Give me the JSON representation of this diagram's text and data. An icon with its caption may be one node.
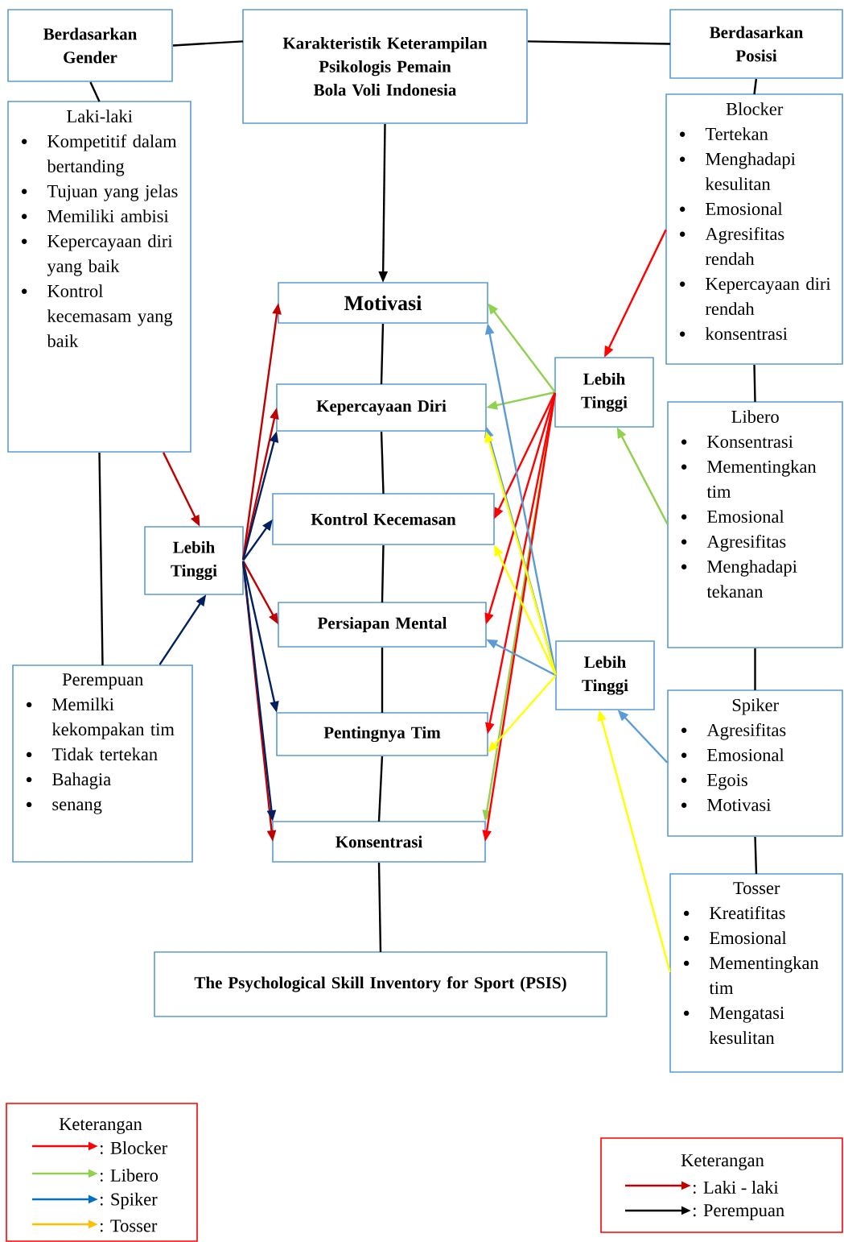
{
  "diagram": {
    "nodes": [
      {
        "text": [
          "Berdasarkan Gender"
        ]
      },
      {
        "text": [
          "Karakteristik Keterampilan Psikologis Pemain Bola Voli Indonesia"
        ]
      },
      {
        "text": [
          "Berdasarkan Posisi"
        ]
      },
      {
        "text": [
          "Laki-laki",
          "Kompetitif dalam bertanding",
          "Tujuan yang jelas",
          "Memiliki ambisi",
          "Kepercayaan diri yang baik",
          "Kontrol kecemasam yang baik"
        ]
      },
      {
        "text": [
          "Blocker",
          "Tertekan",
          "Menghadapi kesulitan",
          "Emosional",
          "Agresifitas rendah",
          "Kepercayaan diri rendah",
          "konsentrasi"
        ]
      },
      {
        "text": [
          "Motivasi"
        ]
      },
      {
        "text": [
          "Kepercayaan Diri"
        ]
      },
      {
        "text": [
          "Kontrol Kecemasan"
        ]
      },
      {
        "text": [
          "Persiapan Mental"
        ]
      },
      {
        "text": [
          "Pentingnya Tim"
        ]
      },
      {
        "text": [
          "Konsentrasi"
        ]
      },
      {
        "text": [
          "Lebih Tinggi"
        ]
      },
      {
        "text": [
          "Lebih Tinggi"
        ]
      },
      {
        "text": [
          "Libero",
          "Konsentrasi",
          "Mementingkan tim",
          "Emosional",
          "Agresifitas",
          "Menghadapi tekanan"
        ]
      },
      {
        "text": [
          "Lebih Tinggi"
        ]
      },
      {
        "text": [
          "Perempuan",
          "Memilki kekompakan tim",
          "Tidak tertekan",
          "Bahagia",
          "senang"
        ]
      },
      {
        "text": [
          "Spiker",
          "Agresifitas",
          "Emosional",
          "Egois",
          "Motivasi"
        ]
      },
      {
        "text": [
          "Tosser",
          "Kreatifitas",
          "Emosional",
          "Mementingkan tim",
          "Mengatasi kesulitan"
        ]
      },
      {
        "text": [
          "The Psychological Skill Inventory for Sport (PSIS)"
        ]
      }
    ],
    "edges": [
      {
        "from": 0,
        "to": 1,
        "arrow": "none"
      },
      {
        "from": 1,
        "to": 2,
        "arrow": "none"
      },
      {
        "from": 0,
        "to": 3,
        "arrow": "none"
      },
      {
        "from": 2,
        "to": 4,
        "arrow": "none"
      },
      {
        "from": 1,
        "to": 5,
        "arrow": "to"
      },
      {
        "from": 5,
        "to": 6,
        "arrow": "none"
      },
      {
        "from": 6,
        "to": 7,
        "arrow": "none"
      },
      {
        "from": 7,
        "to": 8,
        "arrow": "none"
      },
      {
        "from": 8,
        "to": 9,
        "arrow": "none"
      },
      {
        "from": 9,
        "to": 10,
        "arrow": "none"
      },
      {
        "from": 10,
        "to": 18,
        "arrow": "none"
      },
      {
        "from": 3,
        "to": 15,
        "arrow": "none"
      },
      {
        "from": 4,
        "to": 13,
        "arrow": "none"
      },
      {
        "from": 13,
        "to": 16,
        "arrow": "none"
      },
      {
        "from": 16,
        "to": 17,
        "arrow": "none"
      },
      {
        "from": 3,
        "to": 11,
        "arrow": "to",
        "color": "#c00000"
      },
      {
        "from": 15,
        "to": 11,
        "arrow": "to",
        "color": "#002060"
      },
      {
        "from": 11,
        "to": 5,
        "arrow": "to",
        "color": "#c00000"
      },
      {
        "from": 11,
        "to": 6,
        "arrow": "to",
        "color": "#c00000"
      },
      {
        "from": 11,
        "to": 6,
        "arrow": "to",
        "color": "#002060"
      },
      {
        "from": 11,
        "to": 7,
        "arrow": "to",
        "color": "#002060"
      },
      {
        "from": 11,
        "to": 8,
        "arrow": "to",
        "color": "#c00000"
      },
      {
        "from": 11,
        "to": 9,
        "arrow": "to",
        "color": "#002060"
      },
      {
        "from": 11,
        "to": 10,
        "arrow": "to",
        "color": "#c00000"
      },
      {
        "from": 11,
        "to": 10,
        "arrow": "to",
        "color": "#002060"
      },
      {
        "from": 4,
        "to": 12,
        "arrow": "to",
        "color": "#ff0000"
      },
      {
        "from": 13,
        "to": 12,
        "arrow": "to",
        "color": "#92d050"
      },
      {
        "from": 12,
        "to": 5,
        "arrow": "to",
        "color": "#92d050"
      },
      {
        "from": 12,
        "to": 6,
        "arrow": "to",
        "color": "#92d050"
      },
      {
        "from": 12,
        "to": 10,
        "arrow": "to",
        "color": "#92d050"
      },
      {
        "from": 12,
        "to": 7,
        "arrow": "to",
        "color": "#ff0000"
      },
      {
        "from": 12,
        "to": 8,
        "arrow": "to",
        "color": "#ff0000"
      },
      {
        "from": 12,
        "to": 9,
        "arrow": "to",
        "color": "#ff0000"
      },
      {
        "from": 12,
        "to": 10,
        "arrow": "to",
        "color": "#ff0000"
      },
      {
        "from": 16,
        "to": 14,
        "arrow": "to",
        "color": "#5b9bd5"
      },
      {
        "from": 17,
        "to": 14,
        "arrow": "to",
        "color": "#ffff00"
      },
      {
        "from": 14,
        "to": 5,
        "arrow": "to",
        "color": "#5b9bd5"
      },
      {
        "from": 14,
        "to": 6,
        "arrow": "to",
        "color": "#5b9bd5"
      },
      {
        "from": 14,
        "to": 8,
        "arrow": "to",
        "color": "#5b9bd5"
      },
      {
        "from": 14,
        "to": 6,
        "arrow": "to",
        "color": "#ffff00"
      },
      {
        "from": 14,
        "to": 7,
        "arrow": "to",
        "color": "#ffff00"
      },
      {
        "from": 14,
        "to": 9,
        "arrow": "to",
        "color": "#ffff00"
      }
    ],
    "labels": [
      "Keterangan",
      "Keterangan"
    ],
    "legend": [
      {
        "text": ": Blocker"
      },
      {
        "text": ": Libero"
      },
      {
        "text": ": Spiker"
      },
      {
        "text": ": Tosser"
      },
      {
        "text": ": Laki - laki"
      },
      {
        "text": ": Perempuan"
      }
    ]
  }
}
